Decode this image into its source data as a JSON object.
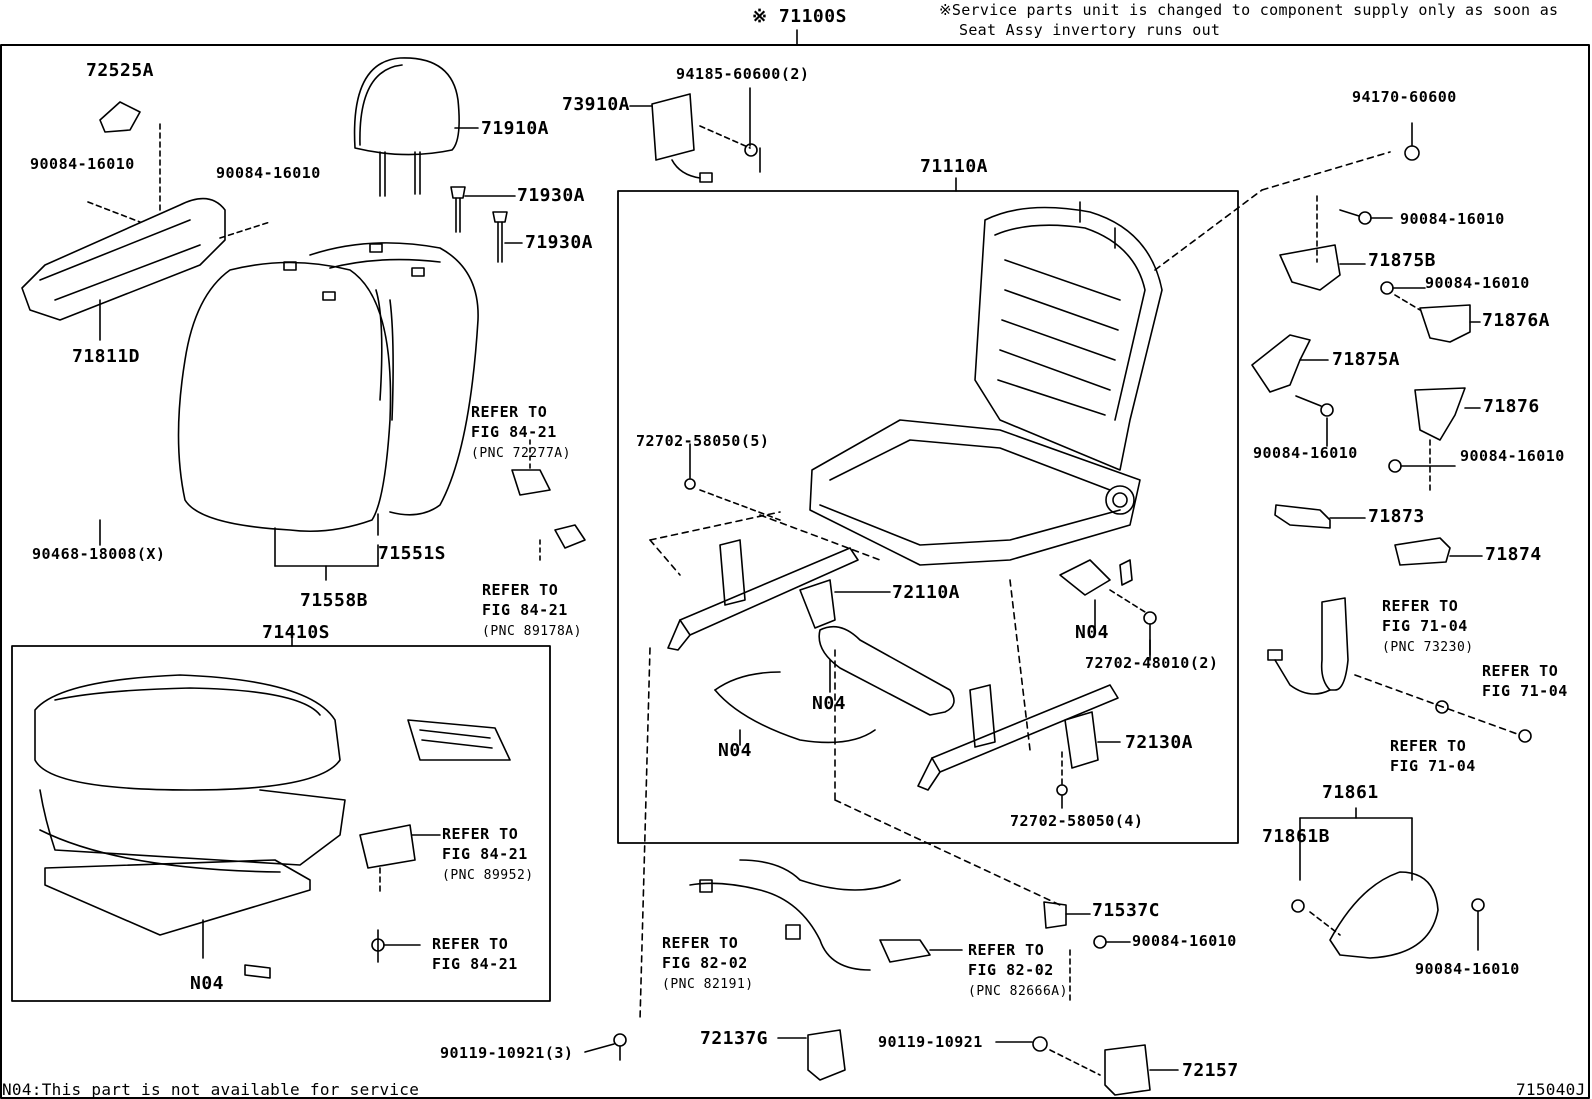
{
  "header": {
    "assy_label": "※ 71100S",
    "note_line1": "※Service parts unit is changed to component supply only as soon as",
    "note_line2": "Seat Assy invertory runs out"
  },
  "parts": {
    "p72525A": "72525A",
    "p90084_a": "90084-16010",
    "p90084_b": "90084-16010",
    "p71811D": "71811D",
    "p71910A": "71910A",
    "p71930A_1": "71930A",
    "p71930A_2": "71930A",
    "p73910A": "73910A",
    "p94185": "94185-60600(2)",
    "p90468": "90468-18008(X)",
    "p71551S": "71551S",
    "p71558B": "71558B",
    "p71410S": "71410S",
    "p71110A": "71110A",
    "p72702_5": "72702-58050(5)",
    "p72110A": "72110A",
    "p_n04_a": "N04",
    "p_n04_b": "N04",
    "p_n04_c": "N04",
    "p_n04_d": "N04",
    "p72702_48010": "72702-48010(2)",
    "p72130A": "72130A",
    "p72702_4": "72702-58050(4)",
    "p94170": "94170-60600",
    "p90084_c": "90084-16010",
    "p71875B": "71875B",
    "p90084_d": "90084-16010",
    "p71876A": "71876A",
    "p71875A": "71875A",
    "p71876": "71876",
    "p90084_e": "90084-16010",
    "p90084_f": "90084-16010",
    "p71873": "71873",
    "p71874": "71874",
    "p71861": "71861",
    "p71861B": "71861B",
    "p90084_g": "90084-16010",
    "p71537C": "71537C",
    "p90084_h": "90084-16010",
    "p90119_3": "90119-10921(3)",
    "p72137G": "72137G",
    "p90119": "90119-10921",
    "p72157": "72157"
  },
  "refs": {
    "r1": {
      "line1": "REFER TO",
      "line2": "FIG 84-21",
      "pnc": "(PNC 72277A)"
    },
    "r2": {
      "line1": "REFER TO",
      "line2": "FIG 84-21",
      "pnc": "(PNC 89178A)"
    },
    "r3": {
      "line1": "REFER TO",
      "line2": "FIG 84-21",
      "pnc": "(PNC 89952)"
    },
    "r4": {
      "line1": "REFER TO",
      "line2": "FIG 84-21"
    },
    "r5": {
      "line1": "REFER TO",
      "line2": "FIG 82-02",
      "pnc": "(PNC 82191)"
    },
    "r6": {
      "line1": "REFER TO",
      "line2": "FIG 82-02",
      "pnc": "(PNC 82666A)"
    },
    "r7": {
      "line1": "REFER TO",
      "line2": "FIG 71-04",
      "pnc": "(PNC 73230)"
    },
    "r8": {
      "line1": "REFER TO",
      "line2": "FIG 71-04"
    },
    "r9": {
      "line1": "REFER TO",
      "line2": "FIG 71-04"
    }
  },
  "footer": {
    "n04_note": "N04:This part is not available for service",
    "figure_id": "715040J"
  }
}
